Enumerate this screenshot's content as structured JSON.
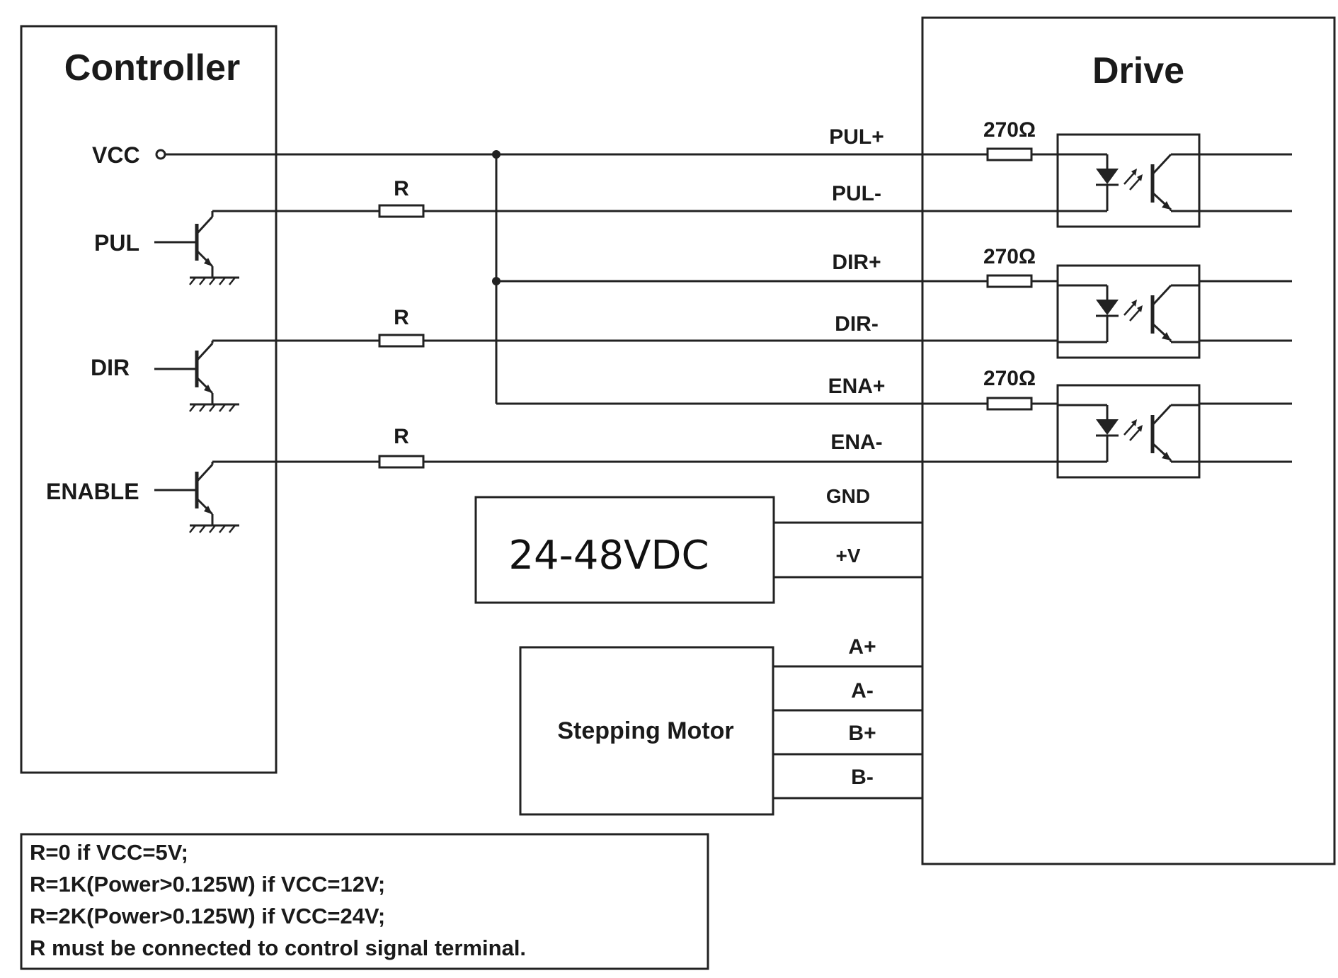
{
  "controller": {
    "title": "Controller",
    "vcc_label": "VCC",
    "inputs": [
      "PUL",
      "DIR",
      "ENABLE"
    ]
  },
  "drive": {
    "title": "Drive",
    "terminals": [
      "PUL+",
      "PUL-",
      "DIR+",
      "DIR-",
      "ENA+",
      "ENA-",
      "GND",
      "+V",
      "A+",
      "A-",
      "B+",
      "B-"
    ],
    "internal_resistors": [
      "270Ω",
      "270Ω",
      "270Ω"
    ]
  },
  "external_resistors": [
    "R",
    "R",
    "R"
  ],
  "power_supply": {
    "label": "24-48VDC"
  },
  "motor": {
    "label": "Stepping Motor"
  },
  "notes": [
    "R=0 if VCC=5V;",
    "R=1K(Power>0.125W) if VCC=12V;",
    "R=2K(Power>0.125W) if VCC=24V;",
    "R must be connected to control signal terminal."
  ]
}
